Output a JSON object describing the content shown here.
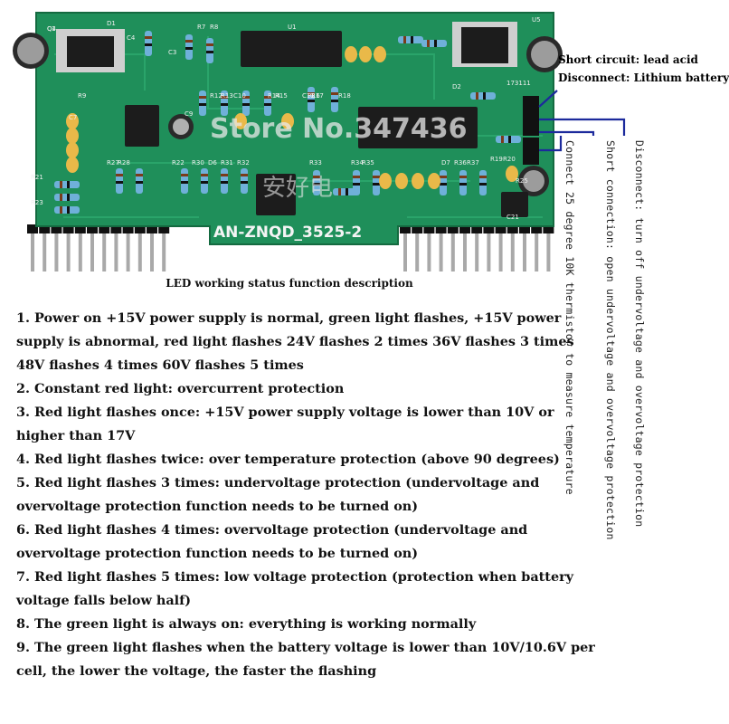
{
  "board": {
    "model_label": "AN-ZNQD_3525-2",
    "watermark": "Store No.347436",
    "watermark_cjk": "安好电",
    "component_labels": [
      "C1",
      "D1",
      "R7",
      "R8",
      "U1",
      "C4",
      "C3",
      "D2",
      "R9",
      "R12",
      "R13",
      "C10",
      "R14",
      "R15",
      "C11",
      "R16",
      "R17",
      "R18",
      "C7",
      "C9",
      "R27",
      "R28",
      "R22",
      "R30",
      "D6",
      "R31",
      "R32",
      "R33",
      "R34",
      "R35",
      "D7",
      "R36",
      "R37",
      "R19",
      "R20",
      "R21",
      "R23",
      "R25",
      "C21",
      "U5",
      "173111",
      "Q4"
    ]
  },
  "notes": {
    "short_circuit": "Short circuit: lead acid",
    "disconnect": "Disconnect: Lithium battery",
    "vertical": [
      "Disconnect: turn off undervoltage and overvoltage protection",
      "Short connection: open undervoltage and overvoltage protection",
      "Connect 25 degree 10K thermistor to measure temperature"
    ]
  },
  "led": {
    "heading": "LED working status function description",
    "items": [
      "1. Power on +15V power supply is normal, green light flashes, +15V power supply is abnormal, red light flashes 24V flashes 2 times 36V flashes 3 times 48V flashes 4 times 60V flashes 5 times",
      "2. Constant red light: overcurrent protection",
      "3. Red light flashes once: +15V power supply voltage is lower than 10V or higher than 17V",
      "4. Red light flashes twice: over temperature protection (above 90 degrees)",
      "5. Red light flashes 3 times: undervoltage protection (undervoltage and overvoltage protection function needs to be turned on)",
      "6. Red light flashes 4 times: overvoltage protection (undervoltage and overvoltage protection function needs to be turned on)",
      "7. Red light flashes 5 times: low voltage protection (protection when battery voltage falls below half)",
      "8. The green light is always on: everything is working normally",
      "9. The green light flashes when the battery voltage is lower than 10V/10.6V per cell, the lower the voltage, the faster the flashing"
    ]
  },
  "colors": {
    "pcb_green": "#1f8f5a",
    "pcb_dark": "#146a40",
    "capacitor_yellow": "#e9b949",
    "ic_black": "#1c1c1c",
    "pin_gray": "#a9a9a9",
    "callout_blue": "#1c2a9c"
  }
}
